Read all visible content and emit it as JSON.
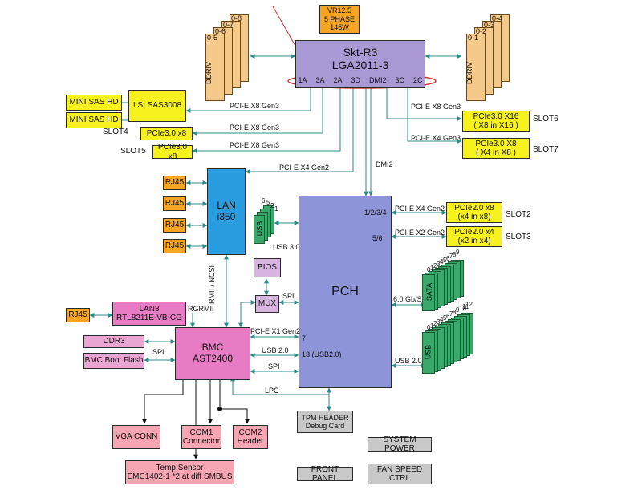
{
  "cpu": {
    "line1": "Skt-R3",
    "line2": "LGA2011-3",
    "ports": [
      "1A",
      "3A",
      "2A",
      "3D",
      "DMI2",
      "3C",
      "2C"
    ]
  },
  "vr": {
    "line1": "VR12.5",
    "line2": "5 PHASE",
    "line3": "145W"
  },
  "ddr_left": {
    "label": "DDRIV",
    "ranks": [
      "0-8",
      "0-7",
      "0-6",
      "0-5"
    ]
  },
  "ddr_right": {
    "label": "DDRIV",
    "ranks": [
      "0-4",
      "0-3",
      "0-2",
      "0-1"
    ]
  },
  "sas": {
    "hd1": "MINI SAS HD",
    "hd2": "MINI SAS HD",
    "ctrl": "LSI SAS3008"
  },
  "slots_left": {
    "slot4": {
      "name": "SLOT4",
      "card": "PCIe3.0 x8"
    },
    "slot5": {
      "name": "SLOT5",
      "card": "PCIe3.0 x8"
    }
  },
  "links": {
    "pcie_x8_1": "PCI-E X8 Gen3",
    "pcie_x8_2": "PCI-E X8 Gen3",
    "pcie_x8_3": "PCI-E X8 Gen3",
    "pcie_x8_r": "PCI-E X8 Gen3",
    "pcie_x4_r": "PCI-E X4 Gen3",
    "pcie_x4_lan": "PCI-E X4 Gen2",
    "dmi2": "DMI2",
    "pch_x4_gen2": "PCI-E X4 Gen2",
    "pch_x2_gen2": "PCI-E X2 Gen2",
    "usb30": "USB 3.0",
    "sata_speed": "6.0 Gb/S",
    "usb20_r": "USB 2.0",
    "pcie_x1_gen2": "PCI-E X1 Gen2",
    "usb20_bmc": "USB 2.0",
    "spi_bmc": "SPI",
    "spi_mux": "SPI",
    "spi_flash": "SPI",
    "lpc": "LPC",
    "rgrmii": "RGRMII",
    "rmii_ncsi": "RMII / NCSI",
    "pch_port_1234": "1/2/3/4",
    "pch_port_56": "5/6",
    "pch_port_7": "7",
    "pch_port_13": "13 (USB2.0)"
  },
  "slots_right": {
    "slot6": {
      "name": "SLOT6",
      "card_l1": "PCIe3.0 X16",
      "card_l2": "( X8 in X16 )"
    },
    "slot7": {
      "name": "SLOT7",
      "card_l1": "PCIe3.0 X8",
      "card_l2": "( X4 in X8 )"
    },
    "slot2": {
      "name": "SLOT2",
      "card_l1": "PCIe2.0 x8",
      "card_l2": "(x4 in x8)"
    },
    "slot3": {
      "name": "SLOT3",
      "card_l1": "PCIe2.0 x4",
      "card_l2": "(x2 in x4)"
    }
  },
  "lan": {
    "line1": "LAN",
    "line2": "i350",
    "rj45": [
      "RJ45",
      "RJ45",
      "RJ45",
      "RJ45"
    ]
  },
  "usb_left": {
    "label": "USB",
    "ports": [
      "6",
      "5",
      "2",
      "1"
    ]
  },
  "pch": {
    "label": "PCH"
  },
  "bios": {
    "label": "BIOS"
  },
  "mux": {
    "label": "MUX"
  },
  "lan3": {
    "line1": "LAN3",
    "line2": "RTL8211E-VB-CG",
    "rj45": "RJ45"
  },
  "ddr3": {
    "label": "DDR3"
  },
  "bmc_flash": {
    "label": "BMC Boot Flash"
  },
  "bmc": {
    "line1": "BMC",
    "line2": "AST2400"
  },
  "sata": {
    "label": "SATA",
    "ports": [
      "0",
      "1",
      "2",
      "3",
      "4",
      "5",
      "6",
      "7",
      "8",
      "9"
    ]
  },
  "usb_right": {
    "label": "USB",
    "ports": [
      "0",
      "1",
      "2",
      "3",
      "4",
      "5",
      "6",
      "7",
      "8",
      "9",
      "10",
      "11",
      "12"
    ]
  },
  "tpm": {
    "line1": "TPM HEADER",
    "line2": "Debug Card"
  },
  "vga": {
    "label": "VGA CONN"
  },
  "com1": {
    "line1": "COM1",
    "line2": "Connector"
  },
  "com2": {
    "line1": "COM2",
    "line2": "Header"
  },
  "temp": {
    "line1": "Temp Sensor",
    "line2": "EMC1402-1 *2 at diff SMBUS"
  },
  "system_power": {
    "label": "SYSTEM POWER"
  },
  "front_panel": {
    "label": "FRONT PANEL"
  },
  "fan_speed": {
    "line1": "FAN SPEED",
    "line2": "CTRL"
  },
  "colors": {
    "wire": "#2e8b8b",
    "highlight": "#e03030",
    "dark": "#111111"
  }
}
